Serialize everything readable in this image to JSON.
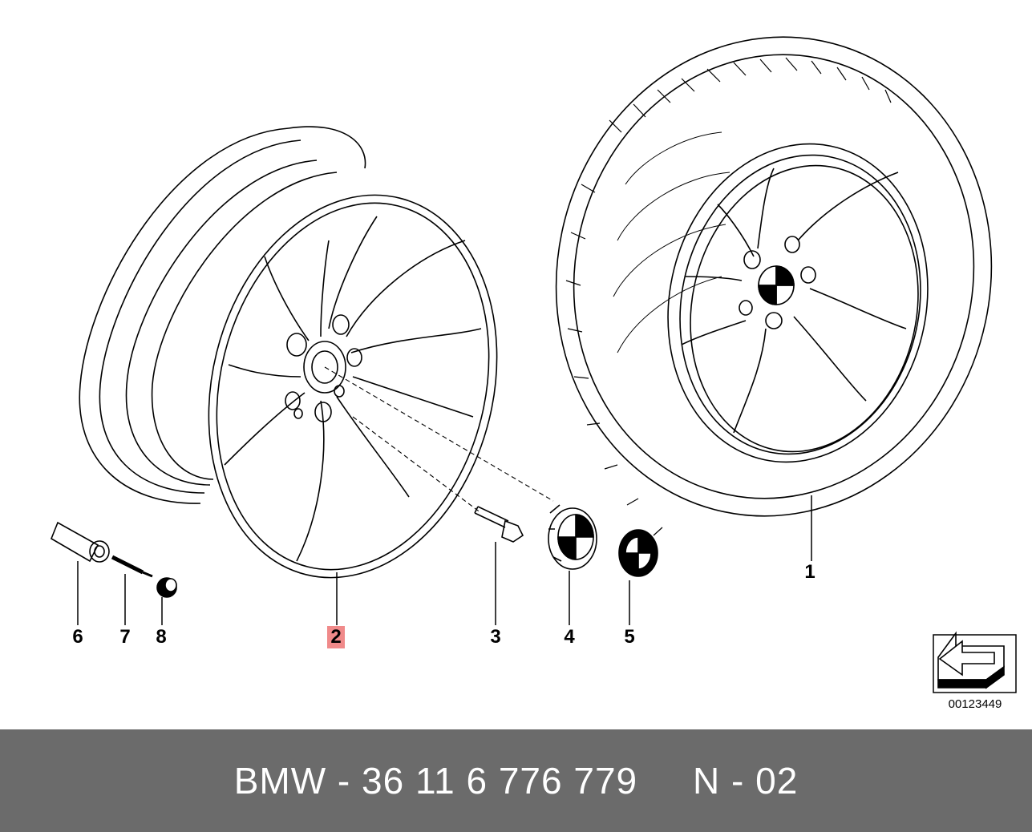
{
  "callouts": {
    "c1": "1",
    "c2": "2",
    "c3": "3",
    "c4": "4",
    "c5": "5",
    "c6": "6",
    "c7": "7",
    "c8": "8"
  },
  "highlight_color": "#f08a8a",
  "reference_number": "00123449",
  "footer": {
    "text": "BMW - 36 11 6 776 779     N - 02",
    "background": "#6b6b6b"
  }
}
